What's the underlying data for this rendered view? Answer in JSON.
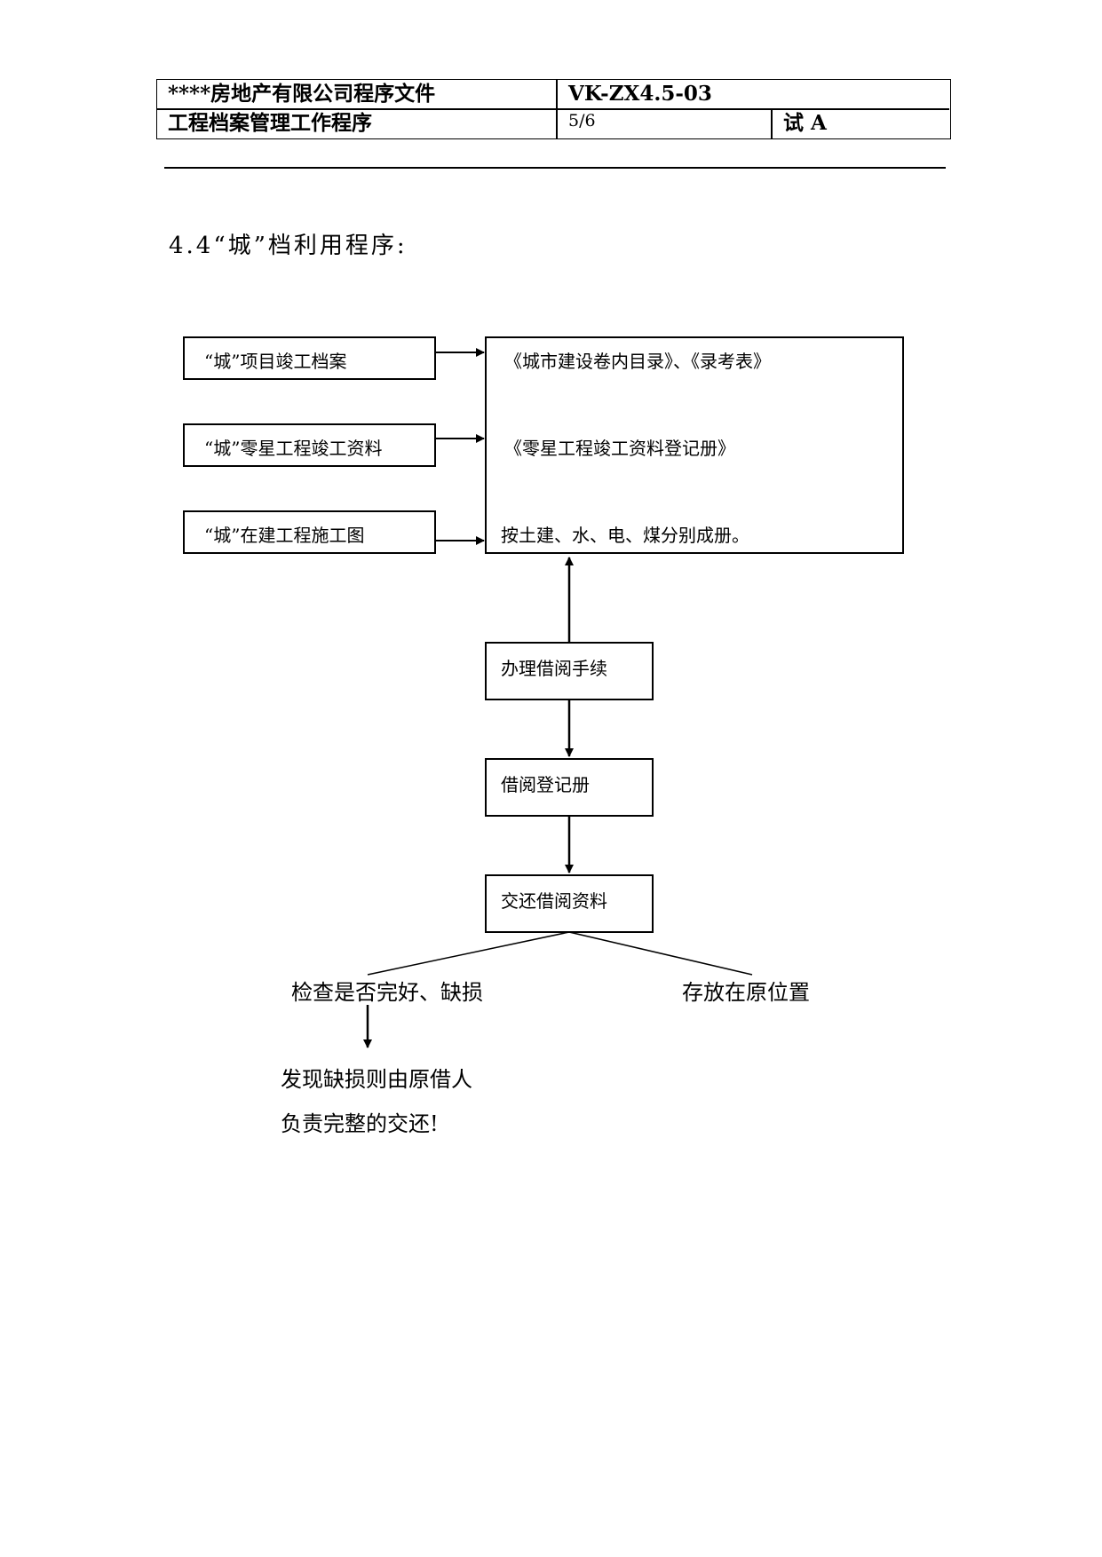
{
  "header": {
    "company_doc": "****房地产有限公司程序文件",
    "doc_code": "VK-ZX4.5-03",
    "doc_title": "工程档案管理工作程序",
    "page": "5/6",
    "version": "试 A"
  },
  "section": {
    "title": "4.4“城”档利用程序:"
  },
  "flowchart": {
    "inputs": [
      "“城”项目竣工档案",
      "“城”零星工程竣工资料",
      "“城”在建工程施工图"
    ],
    "register_lines": [
      "《城市建设卷内目录》、《录考表》",
      "《零星工程竣工资料登记册》",
      "按土建、水、电、煤分别成册。"
    ],
    "steps": [
      "办理借阅手续",
      "借阅登记册",
      "交还借阅资料"
    ],
    "check": "检查是否完好、缺损",
    "store": "存放在原位置",
    "result_lines": [
      "发现缺损则由原借人",
      "负责完整的交还!"
    ]
  }
}
